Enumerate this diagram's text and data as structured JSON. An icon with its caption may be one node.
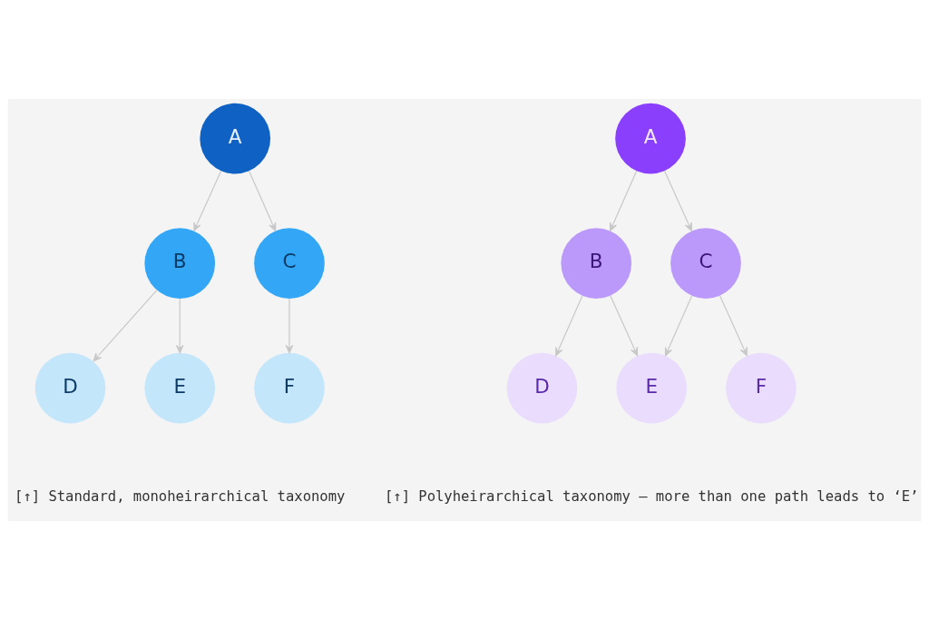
{
  "diagram": {
    "nodes": [
      {
        "text": [
          "A"
        ]
      },
      {
        "text": [
          "B"
        ]
      },
      {
        "text": [
          "C"
        ]
      },
      {
        "text": [
          "D"
        ]
      },
      {
        "text": [
          "E"
        ]
      },
      {
        "text": [
          "F"
        ]
      },
      {
        "text": [
          "A"
        ]
      },
      {
        "text": [
          "B"
        ]
      },
      {
        "text": [
          "C"
        ]
      },
      {
        "text": [
          "D"
        ]
      },
      {
        "text": [
          "E"
        ]
      },
      {
        "text": [
          "F"
        ]
      }
    ],
    "edges": [
      {
        "from": 0,
        "to": 1,
        "arrow": "to"
      },
      {
        "from": 0,
        "to": 2,
        "arrow": "to"
      },
      {
        "from": 1,
        "to": 3,
        "arrow": "to"
      },
      {
        "from": 1,
        "to": 4,
        "arrow": "to"
      },
      {
        "from": 2,
        "to": 5,
        "arrow": "to"
      },
      {
        "from": 6,
        "to": 7,
        "arrow": "to"
      },
      {
        "from": 6,
        "to": 8,
        "arrow": "to"
      },
      {
        "from": 7,
        "to": 9,
        "arrow": "to"
      },
      {
        "from": 7,
        "to": 10,
        "arrow": "to"
      },
      {
        "from": 8,
        "to": 10,
        "arrow": "to"
      },
      {
        "from": 8,
        "to": 11,
        "arrow": "to"
      }
    ],
    "labels": [
      "[↑] Standard, monoheirarchical taxonomy",
      "[↑] Polyheirarchical taxonomy — more than one path leads to ‘E’"
    ]
  }
}
